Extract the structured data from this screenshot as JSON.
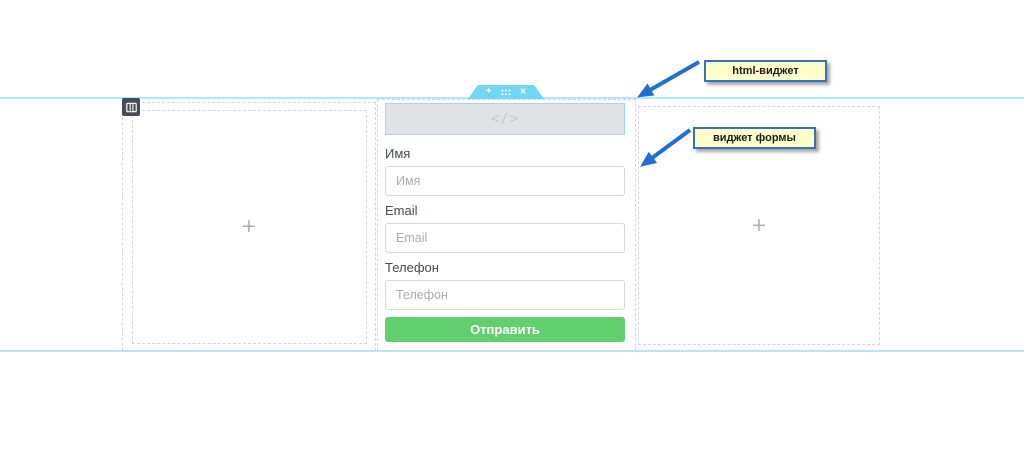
{
  "app": {
    "name": "page-builder-canvas"
  },
  "colors": {
    "section_line": "#b5e6f8",
    "toolbar_blue": "#71d7f7",
    "button_green": "#61ce70",
    "arrow_blue": "#1f70d2",
    "callout_bg": "#ffffcc",
    "callout_border": "#3a72b8",
    "label_text": "#424a53",
    "placeholder_text": "#a8adb3",
    "input_border": "#d5d8dc",
    "dashed_border": "#d3d7db",
    "column_handle_bg": "#474d55",
    "html_widget_bg": "#dfe3e6",
    "html_widget_border": "#a0d9ef"
  },
  "editor": {
    "toolbar": {
      "add_glyph": "+",
      "close_glyph": "✕",
      "icons": [
        "plus-icon",
        "drag-dots-icon",
        "close-icon"
      ]
    },
    "column_handle_icon": "columns-icon",
    "html_widget": {
      "glyph": "</>",
      "icon": "code-icon"
    },
    "left_column": {
      "add_glyph": "+"
    },
    "right_column": {
      "add_glyph": "+"
    }
  },
  "form": {
    "fields": [
      {
        "label": "Имя",
        "placeholder": "Имя"
      },
      {
        "label": "Email",
        "placeholder": "Email"
      },
      {
        "label": "Телефон",
        "placeholder": "Телефон"
      }
    ],
    "submit_label": "Отправить"
  },
  "callouts": [
    {
      "label": "html-виджет"
    },
    {
      "label": "виджет формы"
    }
  ]
}
